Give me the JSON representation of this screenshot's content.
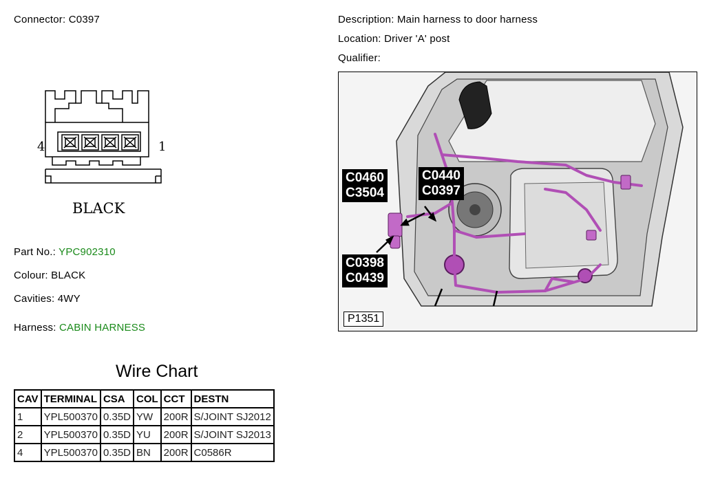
{
  "connector": {
    "label": "Connector:",
    "value": "C0397"
  },
  "description": {
    "label": "Description:",
    "value": "Main harness to door harness"
  },
  "location": {
    "label": "Location:",
    "value": "Driver 'A' post"
  },
  "qualifier": {
    "label": "Qualifier:",
    "value": ""
  },
  "connector_drawing": {
    "pin_left": "4",
    "pin_right": "1",
    "colour_text": "BLACK"
  },
  "part": {
    "label": "Part No.:",
    "value": "YPC902310"
  },
  "colour": {
    "label": "Colour:",
    "value": "BLACK"
  },
  "cavities": {
    "label": "Cavities:",
    "value": "4WY"
  },
  "harness": {
    "label": "Harness:",
    "value": "CABIN HARNESS"
  },
  "photo": {
    "id": "P1351",
    "callouts": [
      {
        "line1": "C0460",
        "line2": "C3504"
      },
      {
        "line1": "C0440",
        "line2": "C0397"
      },
      {
        "line1": "C0398",
        "line2": "C0439"
      }
    ]
  },
  "wire_chart": {
    "title": "Wire Chart",
    "headers": [
      "CAV",
      "TERMINAL",
      "CSA",
      "COL",
      "CCT",
      "DESTN"
    ],
    "rows": [
      [
        "1",
        "YPL500370",
        "0.35D",
        "YW",
        "200R",
        "S/JOINT SJ2012"
      ],
      [
        "2",
        "YPL500370",
        "0.35D",
        "YU",
        "200R",
        "S/JOINT SJ2013"
      ],
      [
        "4",
        "YPL500370",
        "0.35D",
        "BN",
        "200R",
        "C0586R"
      ]
    ]
  },
  "colors": {
    "green_text": "#1a8a1a",
    "harness": "#b04fb5"
  }
}
